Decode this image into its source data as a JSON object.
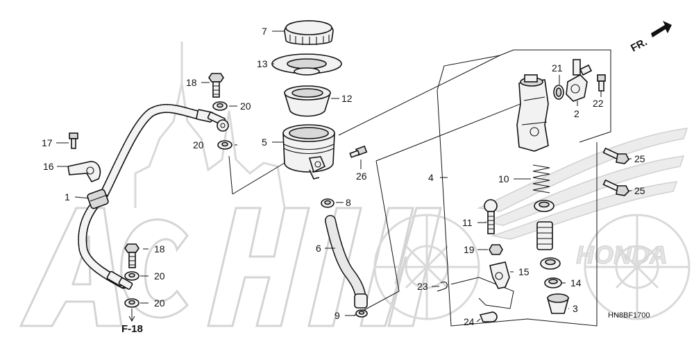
{
  "diagram": {
    "part_labels": {
      "p1": "1",
      "p2": "2",
      "p3": "3",
      "p4": "4",
      "p5": "5",
      "p6": "6",
      "p7": "7",
      "p8": "8",
      "p9": "9",
      "p10": "10",
      "p11": "11",
      "p12": "12",
      "p13": "13",
      "p14": "14",
      "p15": "15",
      "p16": "16",
      "p17": "17",
      "p18a": "18",
      "p18b": "18",
      "p19": "19",
      "p20a": "20",
      "p20b": "20",
      "p20c": "20",
      "p20d": "20",
      "p21": "21",
      "p22": "22",
      "p23": "23",
      "p24": "24",
      "p25a": "25",
      "p25b": "25",
      "p26": "26"
    },
    "ref_label": "F-18",
    "front_indicator": "FR.",
    "diagram_code": "HN8BF1700",
    "watermark_brand": "HONDA"
  }
}
